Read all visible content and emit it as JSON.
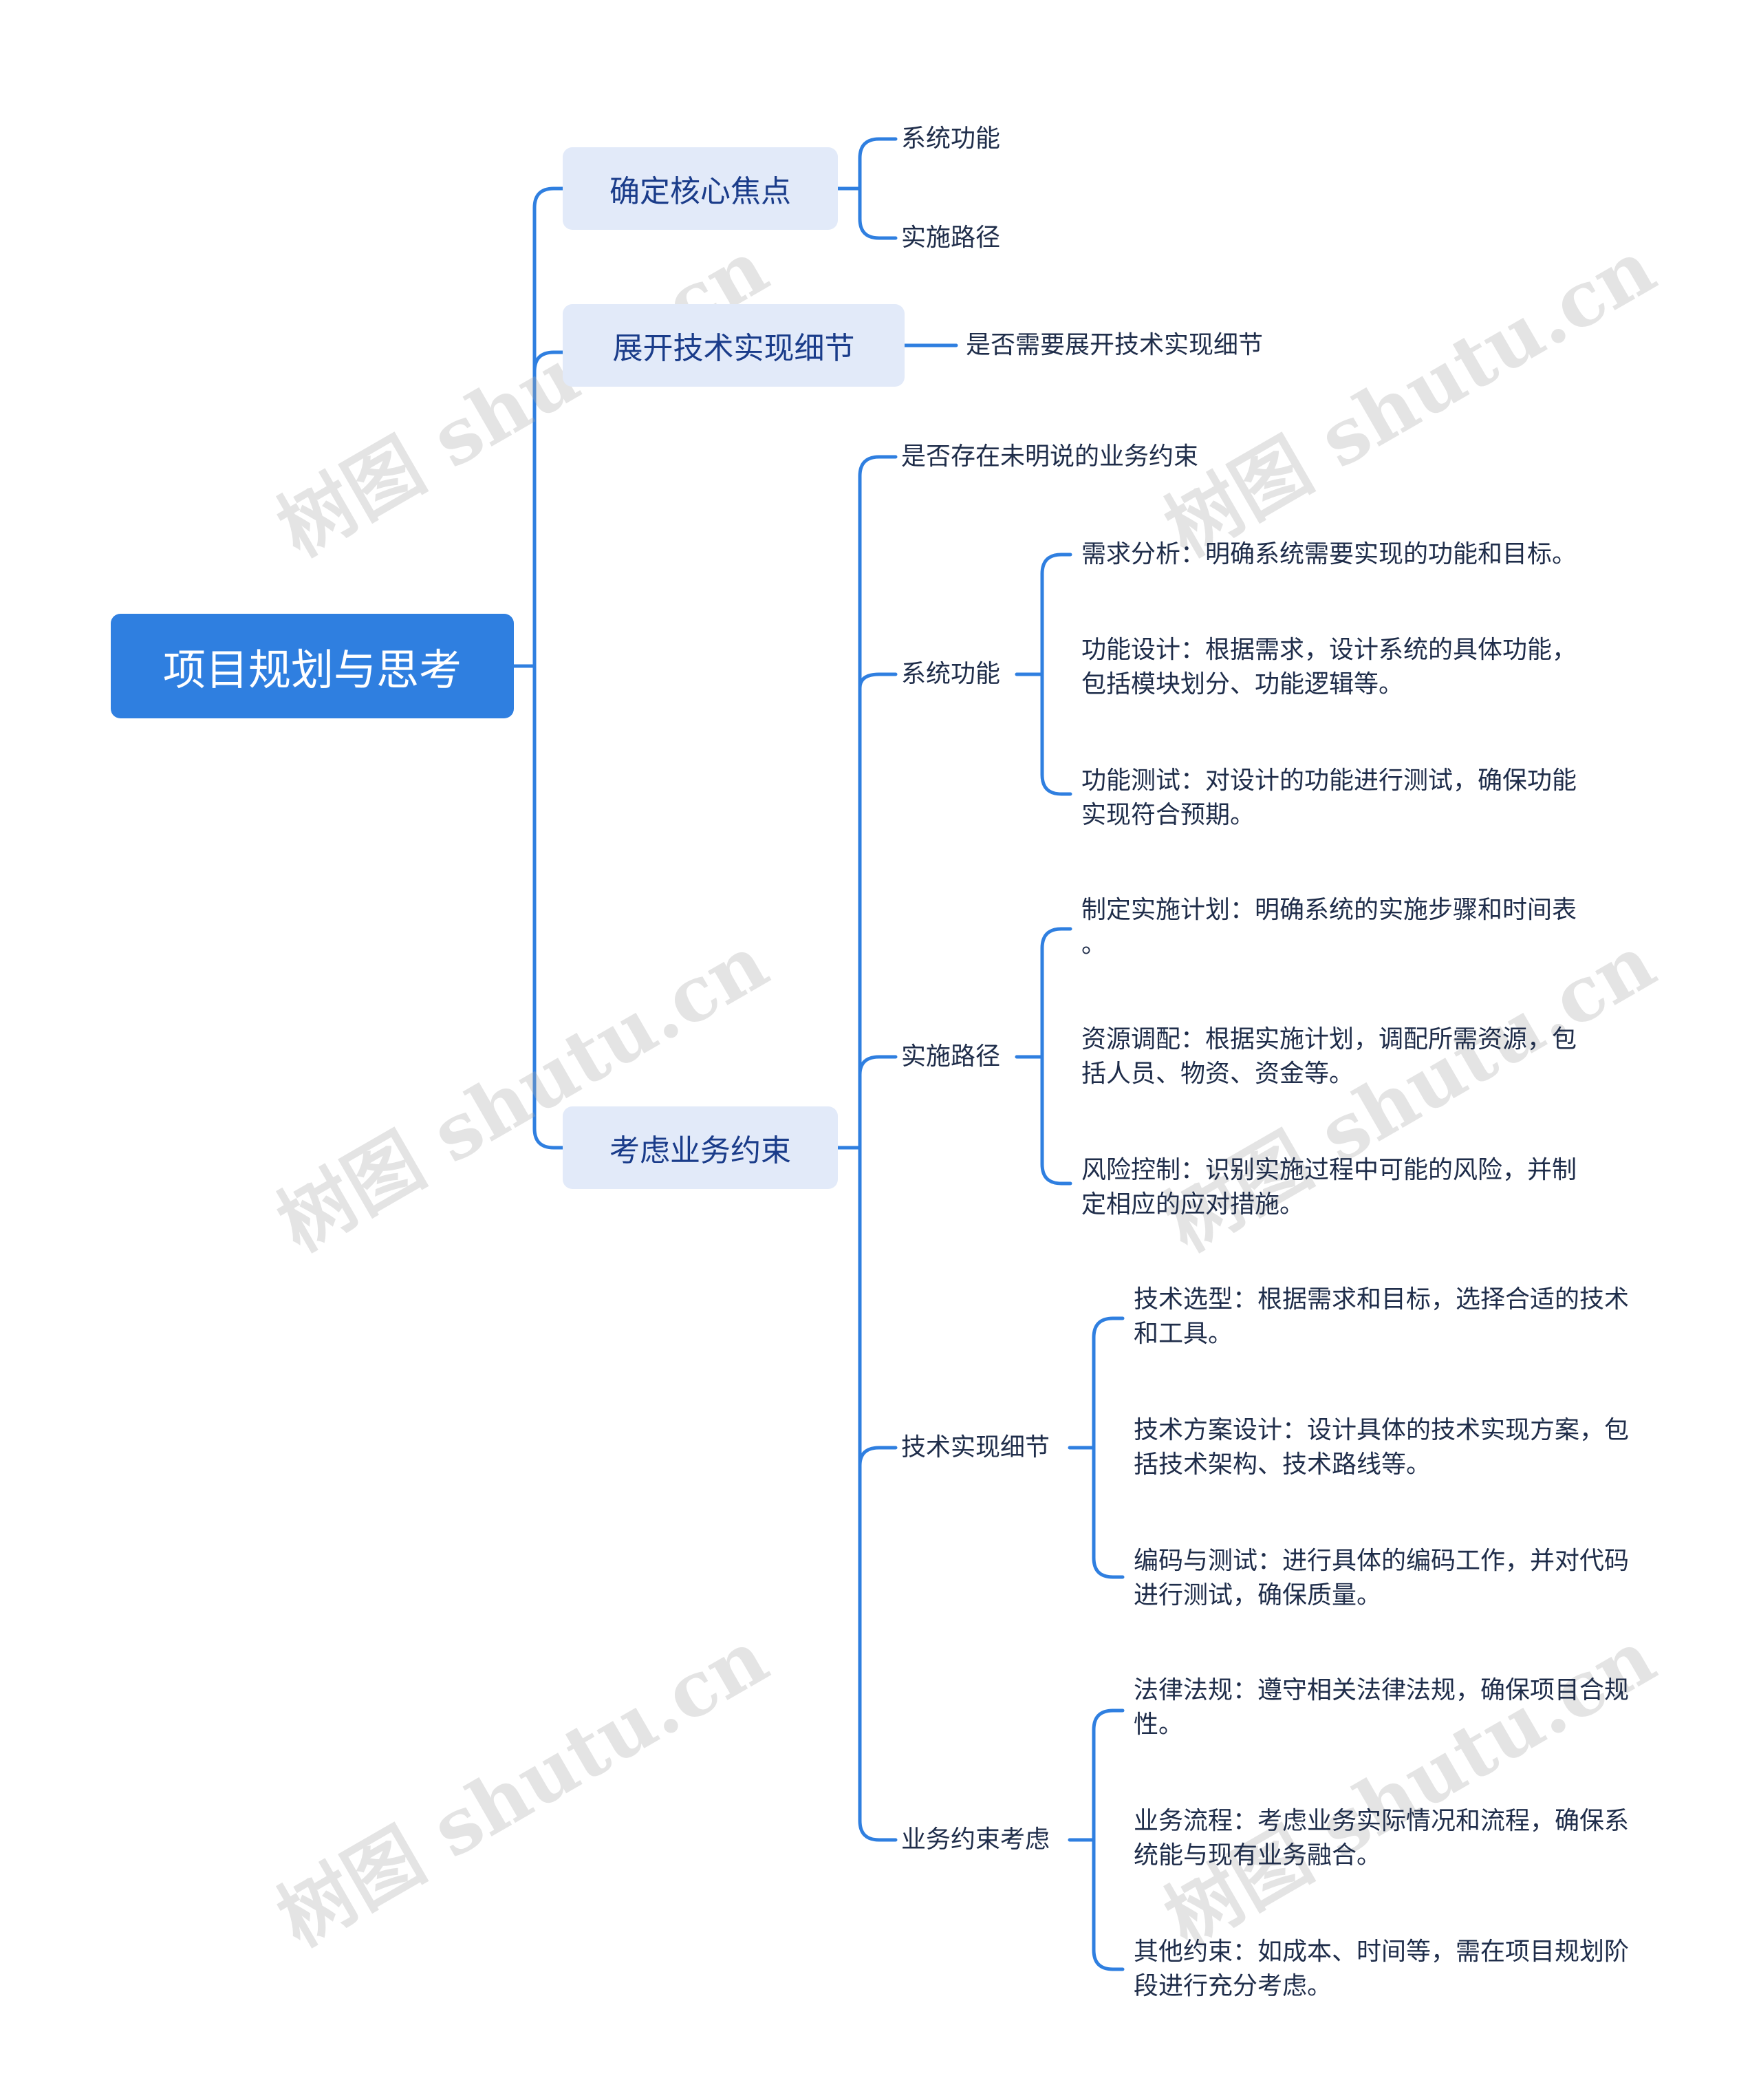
{
  "root": "项目规划与思考",
  "branches": {
    "core": {
      "label": "确定核心焦点",
      "children": [
        "系统功能",
        "实施路径"
      ]
    },
    "tech": {
      "label": "展开技术实现细节",
      "children": [
        "是否需要展开技术实现细节"
      ]
    },
    "biz": {
      "label": "考虑业务约束",
      "question": "是否存在未明说的业务约束",
      "system": {
        "label": "系统功能",
        "items": [
          [
            "需求分析：明确系统需要实现的功能和目标。"
          ],
          [
            "功能设计：根据需求，设计系统的具体功能，",
            "包括模块划分、功能逻辑等。"
          ],
          [
            "功能测试：对设计的功能进行测试，确保功能",
            "实现符合预期。"
          ]
        ]
      },
      "path": {
        "label": "实施路径",
        "items": [
          [
            "制定实施计划：明确系统的实施步骤和时间表",
            "。"
          ],
          [
            "资源调配：根据实施计划，调配所需资源，包",
            "括人员、物资、资金等。"
          ],
          [
            "风险控制：识别实施过程中可能的风险，并制",
            "定相应的应对措施。"
          ]
        ]
      },
      "techdetail": {
        "label": "技术实现细节",
        "items": [
          [
            "技术选型：根据需求和目标，选择合适的技术",
            "和工具。"
          ],
          [
            "技术方案设计：设计具体的技术实现方案，包",
            "括技术架构、技术路线等。"
          ],
          [
            "编码与测试：进行具体的编码工作，并对代码",
            "进行测试，确保质量。"
          ]
        ]
      },
      "constraint": {
        "label": "业务约束考虑",
        "items": [
          [
            "法律法规：遵守相关法律法规，确保项目合规",
            "性。"
          ],
          [
            "业务流程：考虑业务实际情况和流程，确保系",
            "统能与现有业务融合。"
          ],
          [
            "其他约束：如成本、时间等，需在项目规划阶",
            "段进行充分考虑。"
          ]
        ]
      }
    }
  },
  "watermark": "树图 shutu.cn",
  "colors": {
    "line": "#2f7fe0",
    "root_bg": "#2f7fe0",
    "node_bg": "#e2eaf9",
    "node_text": "#1a3c8a",
    "text": "#1f2d4a"
  }
}
